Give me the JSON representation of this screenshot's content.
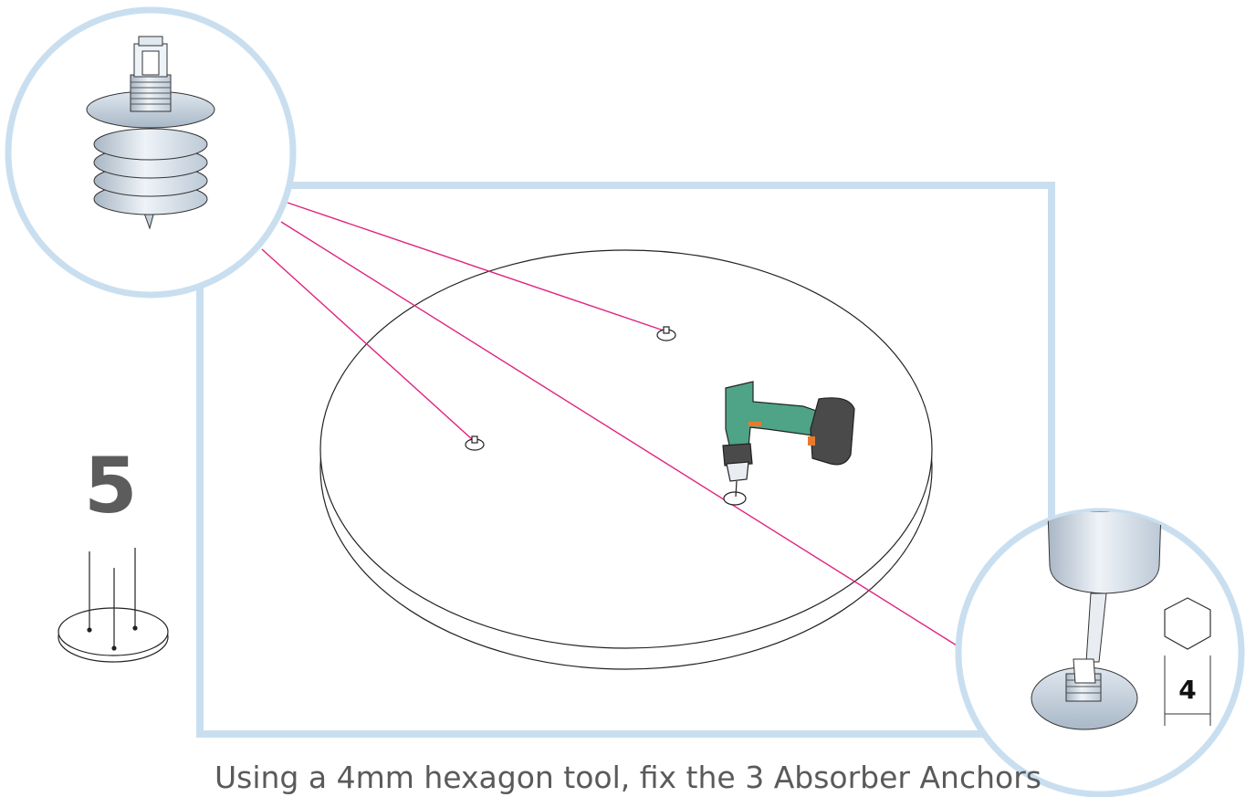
{
  "step": {
    "number": "5"
  },
  "instruction": {
    "caption": "Using a 4mm hexagon tool, fix the 3 Absorber Anchors"
  },
  "tool": {
    "hex_size": "4",
    "icon": "hexagon-icon"
  },
  "colors": {
    "frame": "#c9dff0",
    "callout_line": "#e0227e",
    "drill_body": "#4fa387",
    "drill_battery": "#4a4a4a",
    "drill_accent": "#e87a2e",
    "text": "#5a5a5a",
    "step_number": "#5c5c5c"
  }
}
